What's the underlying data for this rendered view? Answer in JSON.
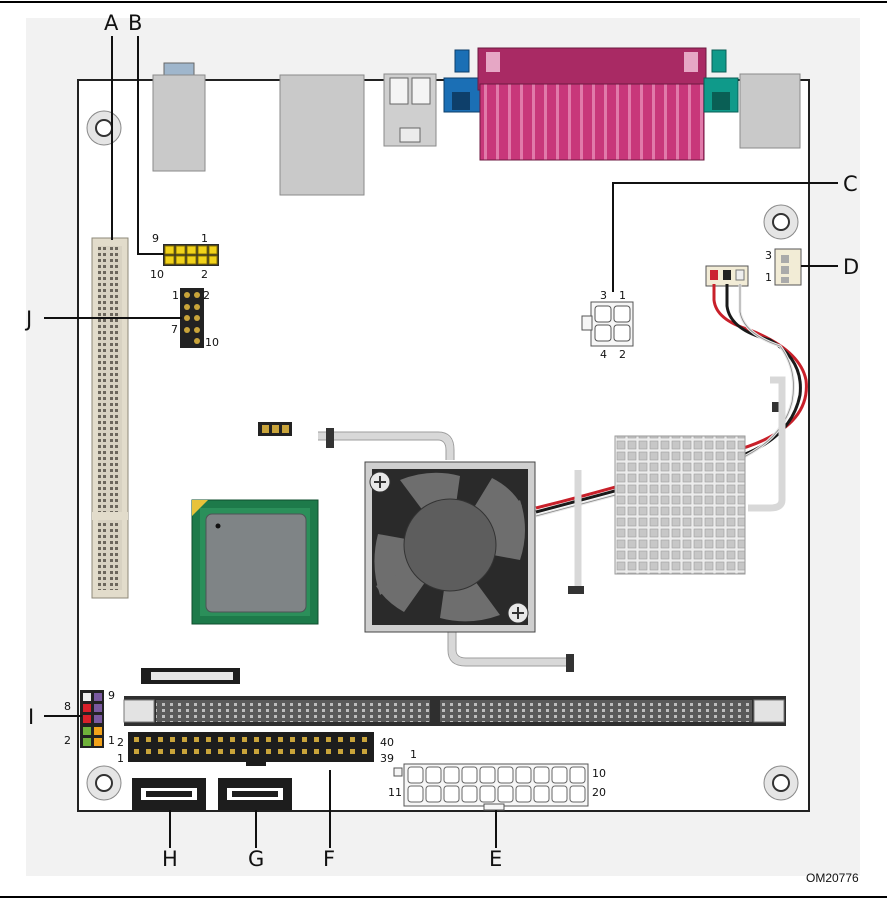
{
  "callouts": {
    "A": "A",
    "B": "B",
    "C": "C",
    "D": "D",
    "E": "E",
    "F": "F",
    "G": "G",
    "H": "H",
    "I": "I",
    "J": "J"
  },
  "pins": {
    "b_9": "9",
    "b_1": "1",
    "b_10": "10",
    "b_2": "2",
    "j_1": "1",
    "j_2": "2",
    "j_7": "7",
    "j_10": "10",
    "c_3": "3",
    "c_1": "1",
    "c_4": "4",
    "c_2": "2",
    "d_3": "3",
    "d_1": "1",
    "i_9": "9",
    "i_8": "8",
    "i_2": "2",
    "i_1": "1",
    "f_2": "2",
    "f_1": "1",
    "f_40": "40",
    "f_39": "39",
    "e_1": "1",
    "e_10": "10",
    "e_11": "11",
    "e_20": "20"
  },
  "figure_code": "OM20776",
  "colors": {
    "board": "#f2f2f2",
    "outline": "#222222",
    "parallel": "#c8377a",
    "vga_blue": "#1b6fb5",
    "teal": "#0f9a8a",
    "chip_green": "#1d7a4a",
    "header_yellow": "#f2d21a"
  }
}
